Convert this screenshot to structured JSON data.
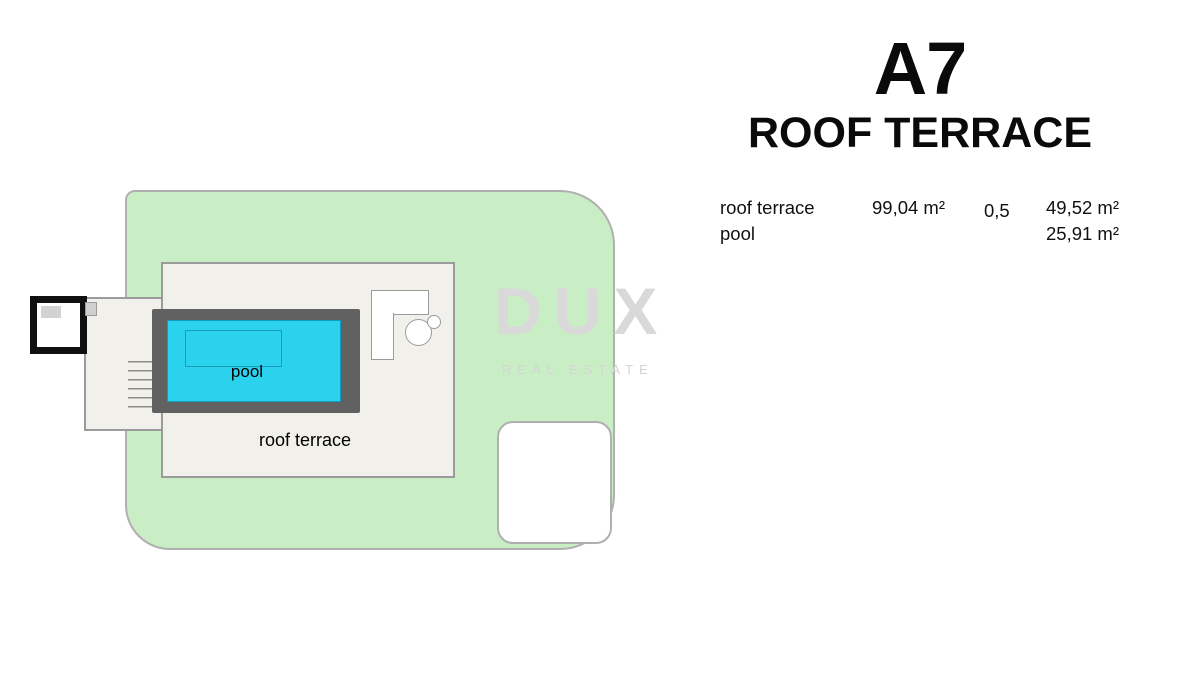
{
  "header": {
    "unit": "A7",
    "title": "ROOF TERRACE"
  },
  "table": {
    "rows": [
      {
        "label": "roof terrace",
        "area": "99,04 m²",
        "factor": "0,5",
        "weighted": "49,52 m²"
      },
      {
        "label": "pool",
        "area": "",
        "factor": "",
        "weighted": "25,91 m²"
      }
    ]
  },
  "plan": {
    "pool_label": "pool",
    "terrace_label": "roof terrace"
  },
  "watermark": {
    "brand": "DUX",
    "tagline": "REAL ESTATE"
  },
  "colors": {
    "roof_green": "#c9edc5",
    "pool_cyan": "#2bd2ee",
    "pool_frame": "#616161",
    "terrace_fill": "#f1f0ea",
    "outline_gray": "#b0b0b0",
    "line_gray": "#9b9b9b",
    "watermark_gray": "#d9d9d9",
    "ink": "#111111"
  }
}
